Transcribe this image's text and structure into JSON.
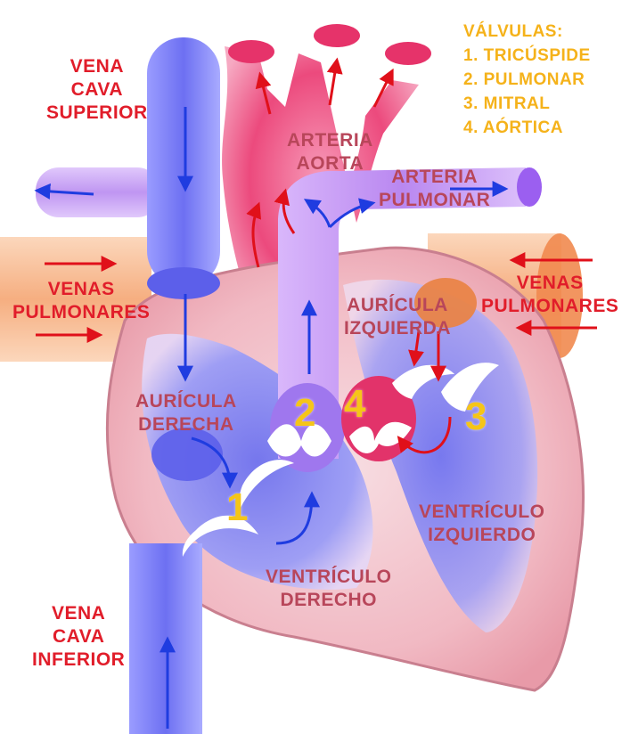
{
  "legend": {
    "title": "VÁLVULAS:",
    "items": [
      "1. TRICÚSPIDE",
      "2. PULMONAR",
      "3. MITRAL",
      "4. AÓRTICA"
    ]
  },
  "labels": {
    "vena_cava_superior": [
      "VENA",
      "CAVA",
      "SUPERIOR"
    ],
    "arteria_aorta": [
      "ARTERIA",
      "AORTA"
    ],
    "arteria_pulmonar": [
      "ARTERIA",
      "PULMONAR"
    ],
    "venas_pulmonares_left": [
      "VENAS",
      "PULMONARES"
    ],
    "venas_pulmonares_right": [
      "VENAS",
      "PULMONARES"
    ],
    "auricula_izquierda": [
      "AURÍCULA",
      "IZQUIERDA"
    ],
    "auricula_derecha": [
      "AURÍCULA",
      "DERECHA"
    ],
    "ventriculo_izquierdo": [
      "VENTRÍCULO",
      "IZQUIERDO"
    ],
    "ventriculo_derecho": [
      "VENTRÍCULO",
      "DERECHO"
    ],
    "vena_cava_inferior": [
      "VENA",
      "CAVA",
      "INFERIOR"
    ]
  },
  "valve_numbers": [
    "1",
    "2",
    "3",
    "4"
  ],
  "colors": {
    "vein_blue": "#7a7cf5",
    "artery_red": "#e8336b",
    "pulmonary_purple": "#c89cf2",
    "pulmonary_vein_orange": "#f5a16a",
    "heart_wall": "#f2b8c0",
    "label_red": "#e11d2a",
    "label_mauve": "#b8465a",
    "legend_yellow": "#f5b21a",
    "flow_arrow_blue": "#1f3ce0",
    "flow_arrow_red": "#e0101a"
  }
}
